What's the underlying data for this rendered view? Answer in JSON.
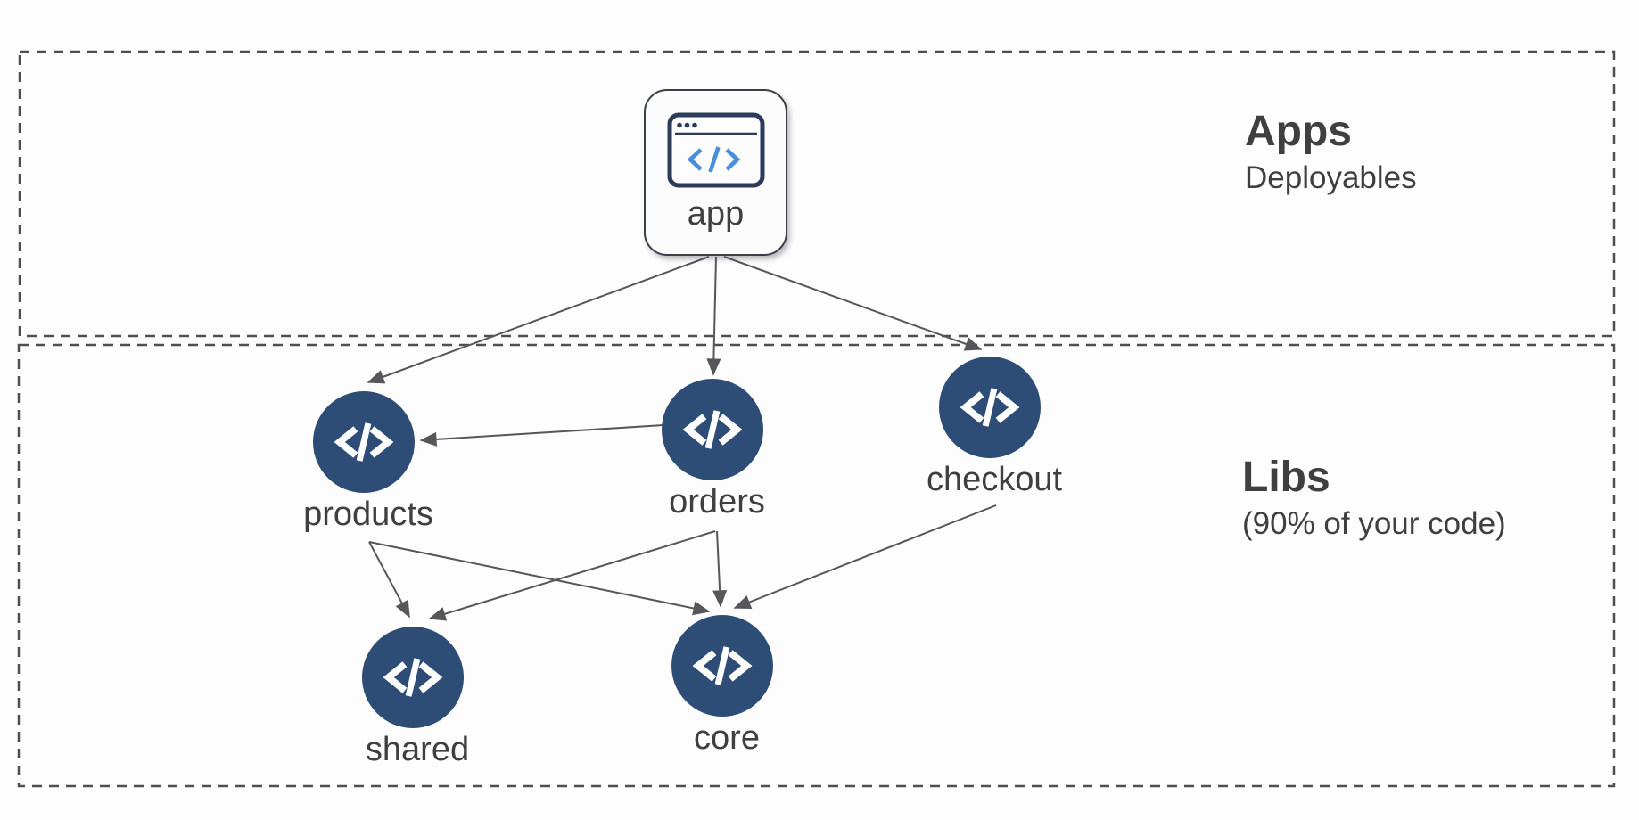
{
  "diagram": {
    "regions": [
      {
        "id": "apps",
        "title": "Apps",
        "subtitle": "Deployables"
      },
      {
        "id": "libs",
        "title": "Libs",
        "subtitle": "(90% of your code)"
      }
    ],
    "nodes": [
      {
        "id": "app",
        "label": "app",
        "kind": "application",
        "region": "apps",
        "icon": "browser-code-icon"
      },
      {
        "id": "products",
        "label": "products",
        "kind": "library",
        "region": "libs",
        "icon": "code-icon"
      },
      {
        "id": "orders",
        "label": "orders",
        "kind": "library",
        "region": "libs",
        "icon": "code-icon"
      },
      {
        "id": "checkout",
        "label": "checkout",
        "kind": "library",
        "region": "libs",
        "icon": "code-icon"
      },
      {
        "id": "shared",
        "label": "shared",
        "kind": "library",
        "region": "libs",
        "icon": "code-icon"
      },
      {
        "id": "core",
        "label": "core",
        "kind": "library",
        "region": "libs",
        "icon": "code-icon"
      }
    ],
    "edges": [
      {
        "from": "app",
        "to": "products"
      },
      {
        "from": "app",
        "to": "orders"
      },
      {
        "from": "app",
        "to": "checkout"
      },
      {
        "from": "orders",
        "to": "products"
      },
      {
        "from": "products",
        "to": "shared"
      },
      {
        "from": "products",
        "to": "core"
      },
      {
        "from": "orders",
        "to": "shared"
      },
      {
        "from": "orders",
        "to": "core"
      },
      {
        "from": "checkout",
        "to": "core"
      }
    ],
    "colors": {
      "background": "#fdfdfd",
      "node_circle": "#2d4d77",
      "node_glyph": "#ffffff",
      "edge": "#57575b",
      "region_border": "#4f4f52",
      "text": "#3f3f3f",
      "app_icon_frame": "#2b3b58",
      "app_icon_code": "#4a90d8"
    }
  }
}
